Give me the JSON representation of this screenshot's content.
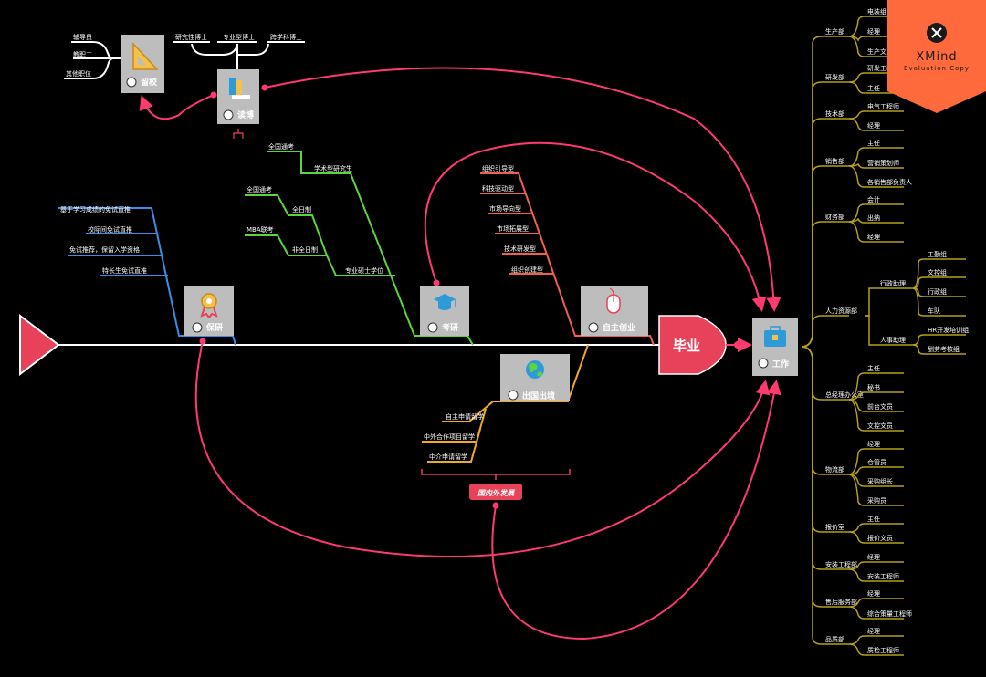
{
  "colors": {
    "background": "#000000",
    "spine": "#ffffff",
    "grad": "#e8415a",
    "baoyan": "#3a8ee6",
    "kaoyan": "#59d63c",
    "startup": "#f0604a",
    "abroad": "#f0a82a",
    "work": "#b5a018",
    "link": "#ff3a6e",
    "card": "#bdbdbd",
    "watermark": "#ff6a3d"
  },
  "watermark": {
    "brand": "XMind",
    "sub": "Evaluation Copy",
    "icon": "xmind-x-icon"
  },
  "center": {
    "label": "毕业"
  },
  "cards": {
    "baoyan": {
      "label": "保研",
      "icon": "medal-icon"
    },
    "kaoyan": {
      "label": "考研",
      "icon": "graduation-cap-icon"
    },
    "startup": {
      "label": "自主创业",
      "icon": "mouse-icon"
    },
    "abroad": {
      "label": "出国出境",
      "icon": "globe-icon"
    },
    "liuxiao": {
      "label": "留校",
      "icon": "set-square-icon"
    },
    "dubo": {
      "label": "读博",
      "icon": "books-icon"
    },
    "work": {
      "label": "工作",
      "icon": "briefcase-icon"
    }
  },
  "baoyan_items": [
    "基于学习成绩的免试直推",
    "校际间免试直推",
    "免试推荐，保留入学资格",
    "特长生免试直推"
  ],
  "kaoyan": {
    "xueshu": {
      "label": "学术型研究生",
      "children": [
        "全国通考"
      ]
    },
    "zhuanye": {
      "label": "专业硕士学位",
      "quanrizhi": {
        "label": "全日制",
        "children": [
          "全国通考"
        ]
      },
      "feiquanrizhi": {
        "label": "非全日制",
        "children": [
          "MBA联考"
        ]
      }
    }
  },
  "startup_items": [
    "组织引导型",
    "科技驱动型",
    "市场导向型",
    "市场拓展型",
    "技术研发型",
    "组织创建型"
  ],
  "abroad_items": [
    "自主申请留学",
    "中外合作项目留学",
    "中介申请留学"
  ],
  "abroad_summary": "国内外发展",
  "liuxiao_items": [
    "辅导员",
    "教职工",
    "其他职位"
  ],
  "dubo_items": [
    "研究性博士",
    "专业型博士",
    "跨学科博士"
  ],
  "work_depts": [
    {
      "name": "生产部",
      "items": [
        "电装组",
        "经理",
        "生产文员"
      ]
    },
    {
      "name": "研发部",
      "items": [
        "研发工程师",
        "主任"
      ]
    },
    {
      "name": "技术部",
      "items": [
        "电气工程师",
        "经理"
      ]
    },
    {
      "name": "销售部",
      "items": [
        "主任",
        "营销策划师",
        "各销售部负责人"
      ]
    },
    {
      "name": "财务部",
      "items": [
        "会计",
        "出纳",
        "经理"
      ]
    },
    {
      "name": "人力资源部",
      "groups": [
        {
          "name": "行政助理",
          "items": [
            "工勤组",
            "文控组",
            "行政组",
            "车队"
          ]
        },
        {
          "name": "人事助理",
          "items": [
            "HR开发培训组",
            "酬劳考核组"
          ]
        }
      ]
    },
    {
      "name": "总经理办公室",
      "items": [
        "主任",
        "秘书",
        "前台文员",
        "文控文员"
      ]
    },
    {
      "name": "物流部",
      "items": [
        "经理",
        "仓管员",
        "采购组长",
        "采购员"
      ]
    },
    {
      "name": "报价室",
      "items": [
        "主任",
        "报价文员"
      ]
    },
    {
      "name": "安装工程部",
      "items": [
        "经理",
        "安装工程师"
      ]
    },
    {
      "name": "售后服务部",
      "items": [
        "经理",
        "综合策量工程师"
      ]
    },
    {
      "name": "品质部",
      "items": [
        "经理",
        "质检工程师"
      ]
    }
  ]
}
